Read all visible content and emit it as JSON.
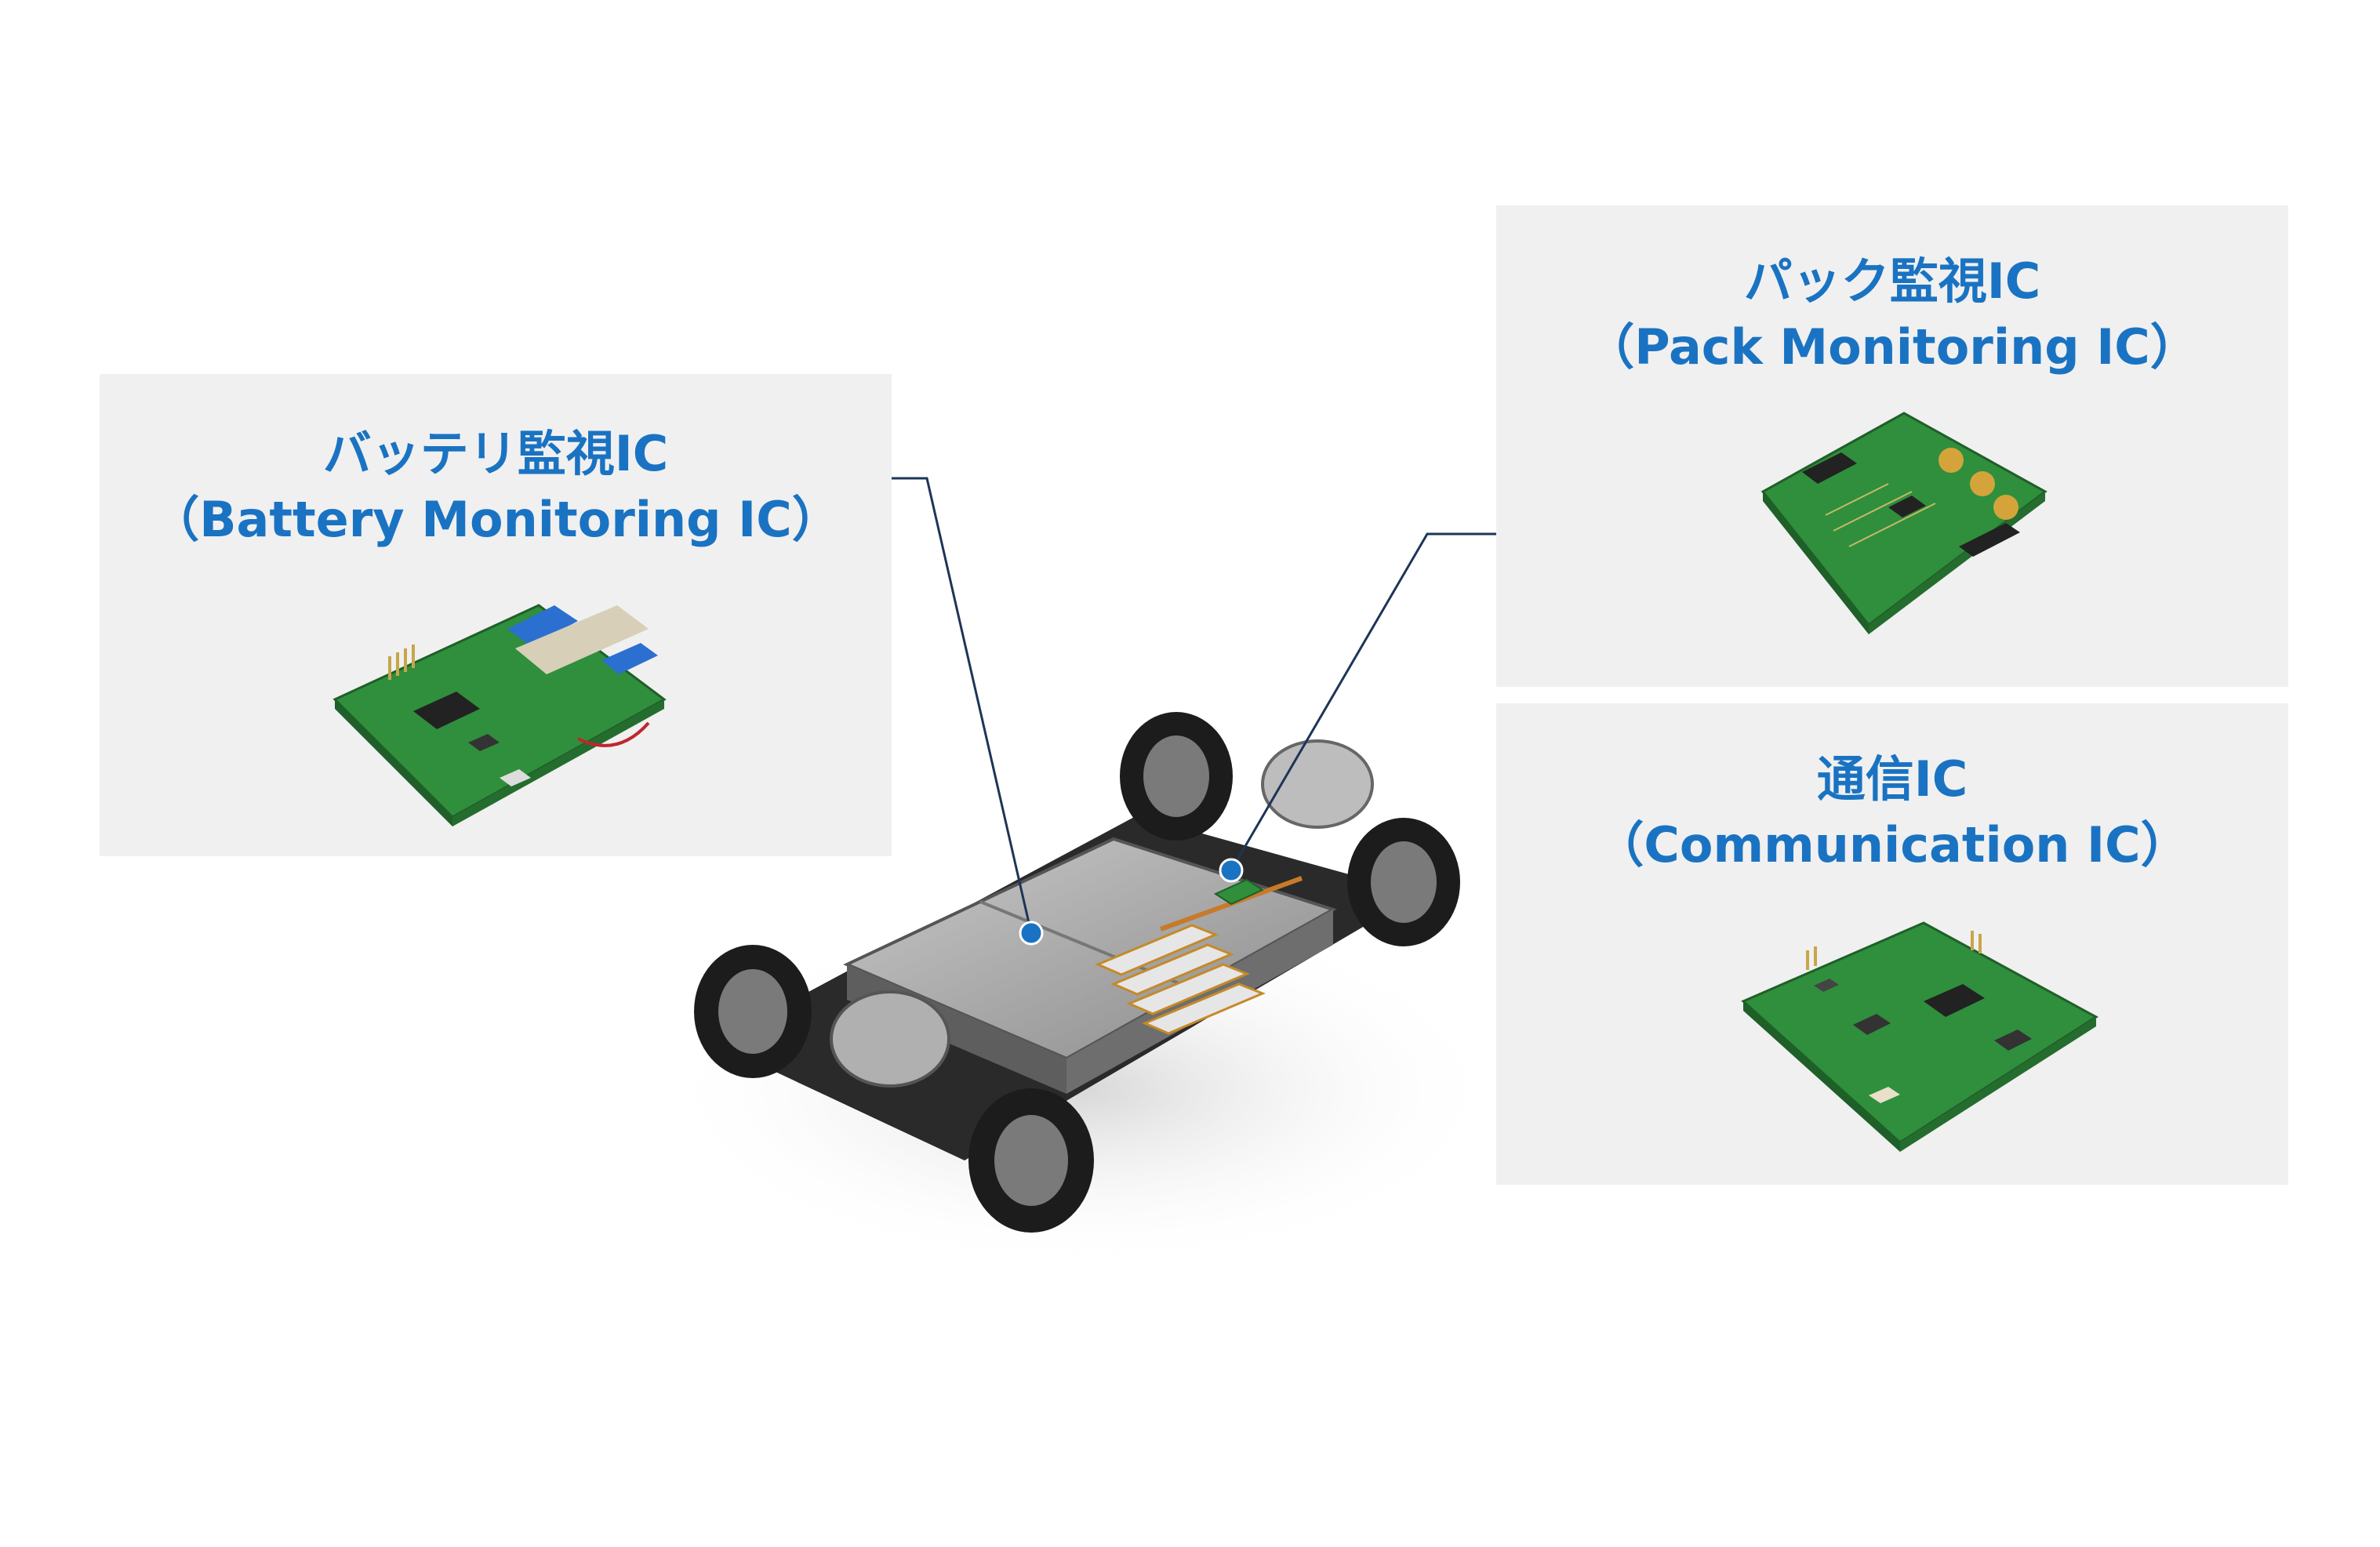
{
  "panels": {
    "battery": {
      "title_ja": "バッテリ監視IC",
      "title_en": "（Battery Monitoring IC）"
    },
    "pack": {
      "title_ja": "パック監視IC",
      "title_en": "（Pack Monitoring IC）"
    },
    "comm": {
      "title_ja": "通信IC",
      "title_en": "（Communication IC）"
    }
  },
  "colors": {
    "title_text": "#1a73c2",
    "panel_bg": "#f0f0f0",
    "leader_line": "#1d3557",
    "marker_dot": "#1a73c2",
    "pcb_green": "#2e8b3a"
  }
}
